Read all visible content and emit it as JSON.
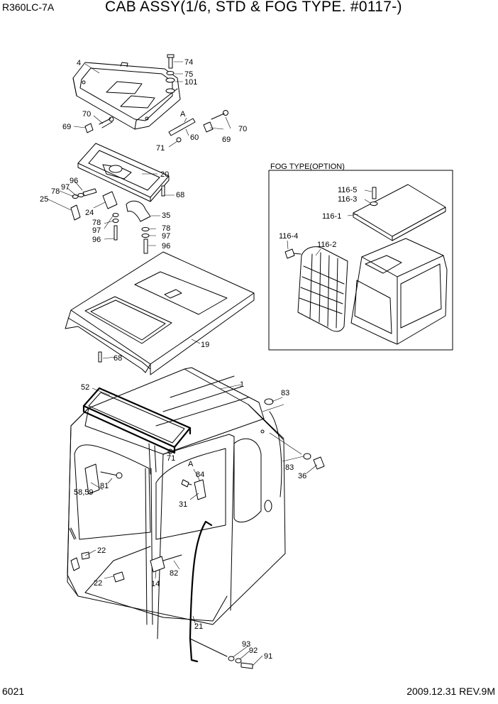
{
  "header": {
    "model": "R360LC-7A",
    "title": "CAB ASSY(1/6, STD & FOG TYPE. #0117-)"
  },
  "footer": {
    "page_number": "6021",
    "date_rev": "2009.12.31  REV.9M"
  },
  "fog_box": {
    "title": "FOG TYPE(OPTION)"
  },
  "labels": {
    "l4": "4",
    "l74": "74",
    "l75": "75",
    "l101": "101",
    "l70a": "70",
    "l69a": "69",
    "lA1": "A",
    "l60": "60",
    "l70b": "70",
    "l69b": "69",
    "l71a": "71",
    "l20": "20",
    "l96a": "96",
    "l97a": "97",
    "l78a": "78",
    "l68a": "68",
    "l25": "25",
    "l24": "24",
    "l35": "35",
    "l78b": "78",
    "l97b": "97",
    "l96b": "96",
    "l78c": "78",
    "l97c": "97",
    "l96c": "96",
    "l19": "19",
    "l68b": "68",
    "l52": "52",
    "l1": "1",
    "l83a": "83",
    "l83b": "83",
    "l36": "36",
    "l71b": "71",
    "lA2": "A",
    "l84": "84",
    "l81": "81",
    "l5859": "58,59",
    "l31": "31",
    "l22a": "22",
    "l22b": "22",
    "l82": "82",
    "l14": "14",
    "l21": "21",
    "l93": "93",
    "l92": "92",
    "l91": "91",
    "l1165": "116-5",
    "l1163": "116-3",
    "l1161": "116-1",
    "l1164": "116-4",
    "l1162": "116-2"
  }
}
